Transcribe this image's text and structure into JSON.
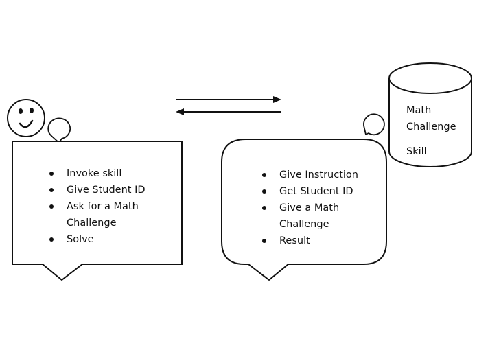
{
  "left_box": {
    "items": [
      "Invoke skill",
      "Give Student ID",
      "Ask for a Math Challenge",
      "Solve"
    ]
  },
  "right_box": {
    "items": [
      "Give Instruction",
      "Get Student ID",
      "Give a Math Challenge",
      "Result"
    ]
  },
  "database": {
    "title": "Math Challenge",
    "subtitle": "Skill"
  },
  "icons": {
    "user": "smiley-face-icon",
    "left_speech": "speech-bubble-icon",
    "right_speech": "speech-bubble-icon",
    "arrows": "bidirectional-arrows-icon"
  }
}
